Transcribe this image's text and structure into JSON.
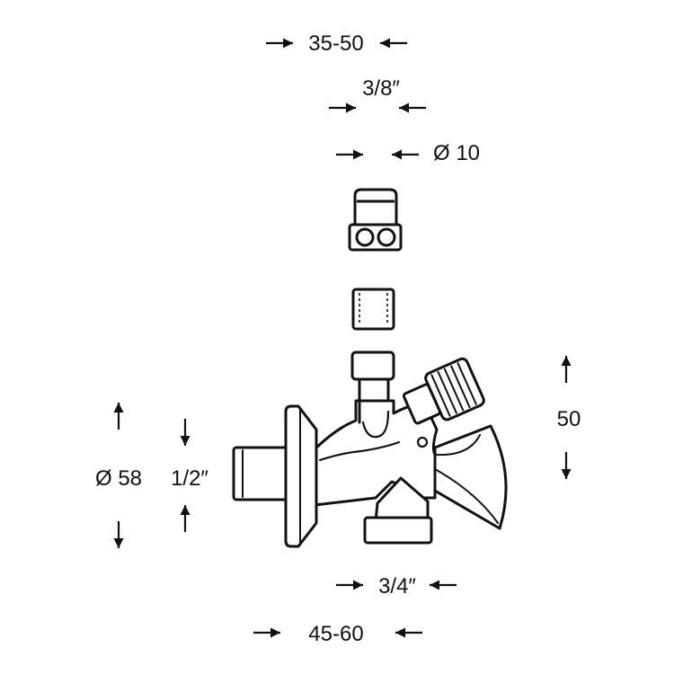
{
  "colors": {
    "ink": "#111111",
    "paper": "#ffffff"
  },
  "dimensions": {
    "top_width": "35-50",
    "thread_outlet": "3/8″",
    "pipe_diameter": "Ø 10",
    "rosette_diameter": "Ø 58",
    "thread_inlet": "1/2″",
    "height": "50",
    "thread_hose": "3/4″",
    "bottom_width": "45-60"
  },
  "icons": {
    "arrow": "dimension-arrow-icon",
    "nut": "compression-nut-icon",
    "ring": "compression-ring-icon",
    "valve": "angle-valve-icon"
  }
}
